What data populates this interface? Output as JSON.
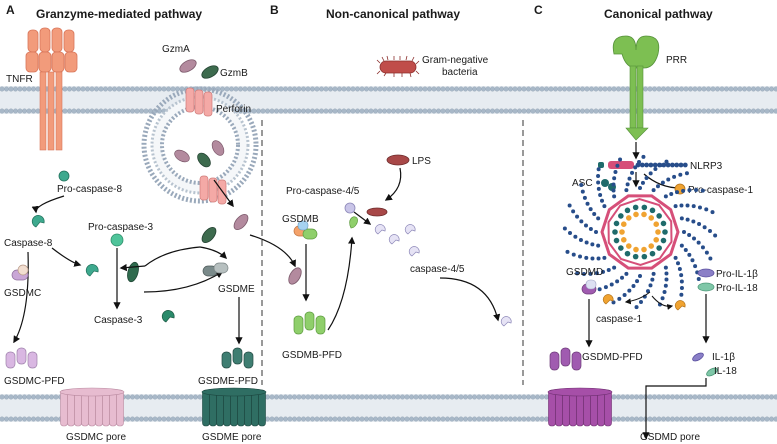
{
  "panels": {
    "a": {
      "letter": "A",
      "title": "Granzyme-mediated pathway"
    },
    "b": {
      "letter": "B",
      "title": "Non-canonical pathway"
    },
    "c": {
      "letter": "C",
      "title": "Canonical pathway"
    }
  },
  "labels": {
    "tnfr": "TNFR",
    "gzma": "GzmA",
    "gzmb": "GzmB",
    "perforin": "Perforin",
    "pro_caspase_8": "Pro-caspase-8",
    "caspase_8": "Caspase-8",
    "pro_caspase_3": "Pro-caspase-3",
    "caspase_3": "Caspase-3",
    "gsdmc": "GSDMC",
    "gsdme": "GSDME",
    "gsdmc_pfd": "GSDMC-PFD",
    "gsdme_pfd": "GSDME-PFD",
    "gsdmc_pore": "GSDMC pore",
    "gsdme_pore": "GSDME pore",
    "gram_neg_line1": "Gram-negative",
    "gram_neg_line2": "bacteria",
    "lps": "LPS",
    "pro_caspase_45": "Pro-caspase-4/5",
    "gsdmb": "GSDMB",
    "caspase_45": "caspase-4/5",
    "gsdmb_pfd": "GSDMB-PFD",
    "prr": "PRR",
    "nlrp3": "NLRP3",
    "asc": "ASC",
    "pro_caspase_1": "Pro-caspase-1",
    "gsdmd": "GSDMD",
    "pro_il1b": "Pro-IL-1β",
    "pro_il18": "Pro-IL-18",
    "caspase_1": "caspase-1",
    "gsdmd_pfd": "GSDMD-PFD",
    "il1b": "IL-1β",
    "il18": "IL-18",
    "gsdmd_pore": "GSDMD pore"
  },
  "colors": {
    "membrane_head": "#a8b8c8",
    "membrane_tail": "#c9d3dd",
    "membrane_bg": "#e7ecf1",
    "tnfr": "#f29b7b",
    "perforin": "#f4a9a6",
    "gzma": "#b38a9e",
    "gzmb": "#3d6b4e",
    "caspase8": "#3ea98e",
    "procaspase3": "#4fc49a",
    "caspase3_dark": "#2f6b4e",
    "gsdmc": "#c9a6d6",
    "gsdmc_pore": "#e7bcd0",
    "gsdme": "#7a8a8a",
    "gsdme_pore": "#2f6e63",
    "gsdmb": "#f4a26a",
    "gsdmb_green": "#8fcf6b",
    "bacteria": "#c04d4a",
    "lps": "#a84848",
    "caspase45": "#c9c5e8",
    "prr": "#7dbf52",
    "nlrp3_pink": "#d64f79",
    "nlrp3_blue": "#274d8a",
    "asc": "#1f6b6b",
    "procasp1": "#f0a331",
    "gsdmd": "#a05bb0",
    "pro_il1b": "#8a7fc7",
    "pro_il18": "#7fc7a8",
    "gsdmd_pore": "#a64fa8"
  }
}
